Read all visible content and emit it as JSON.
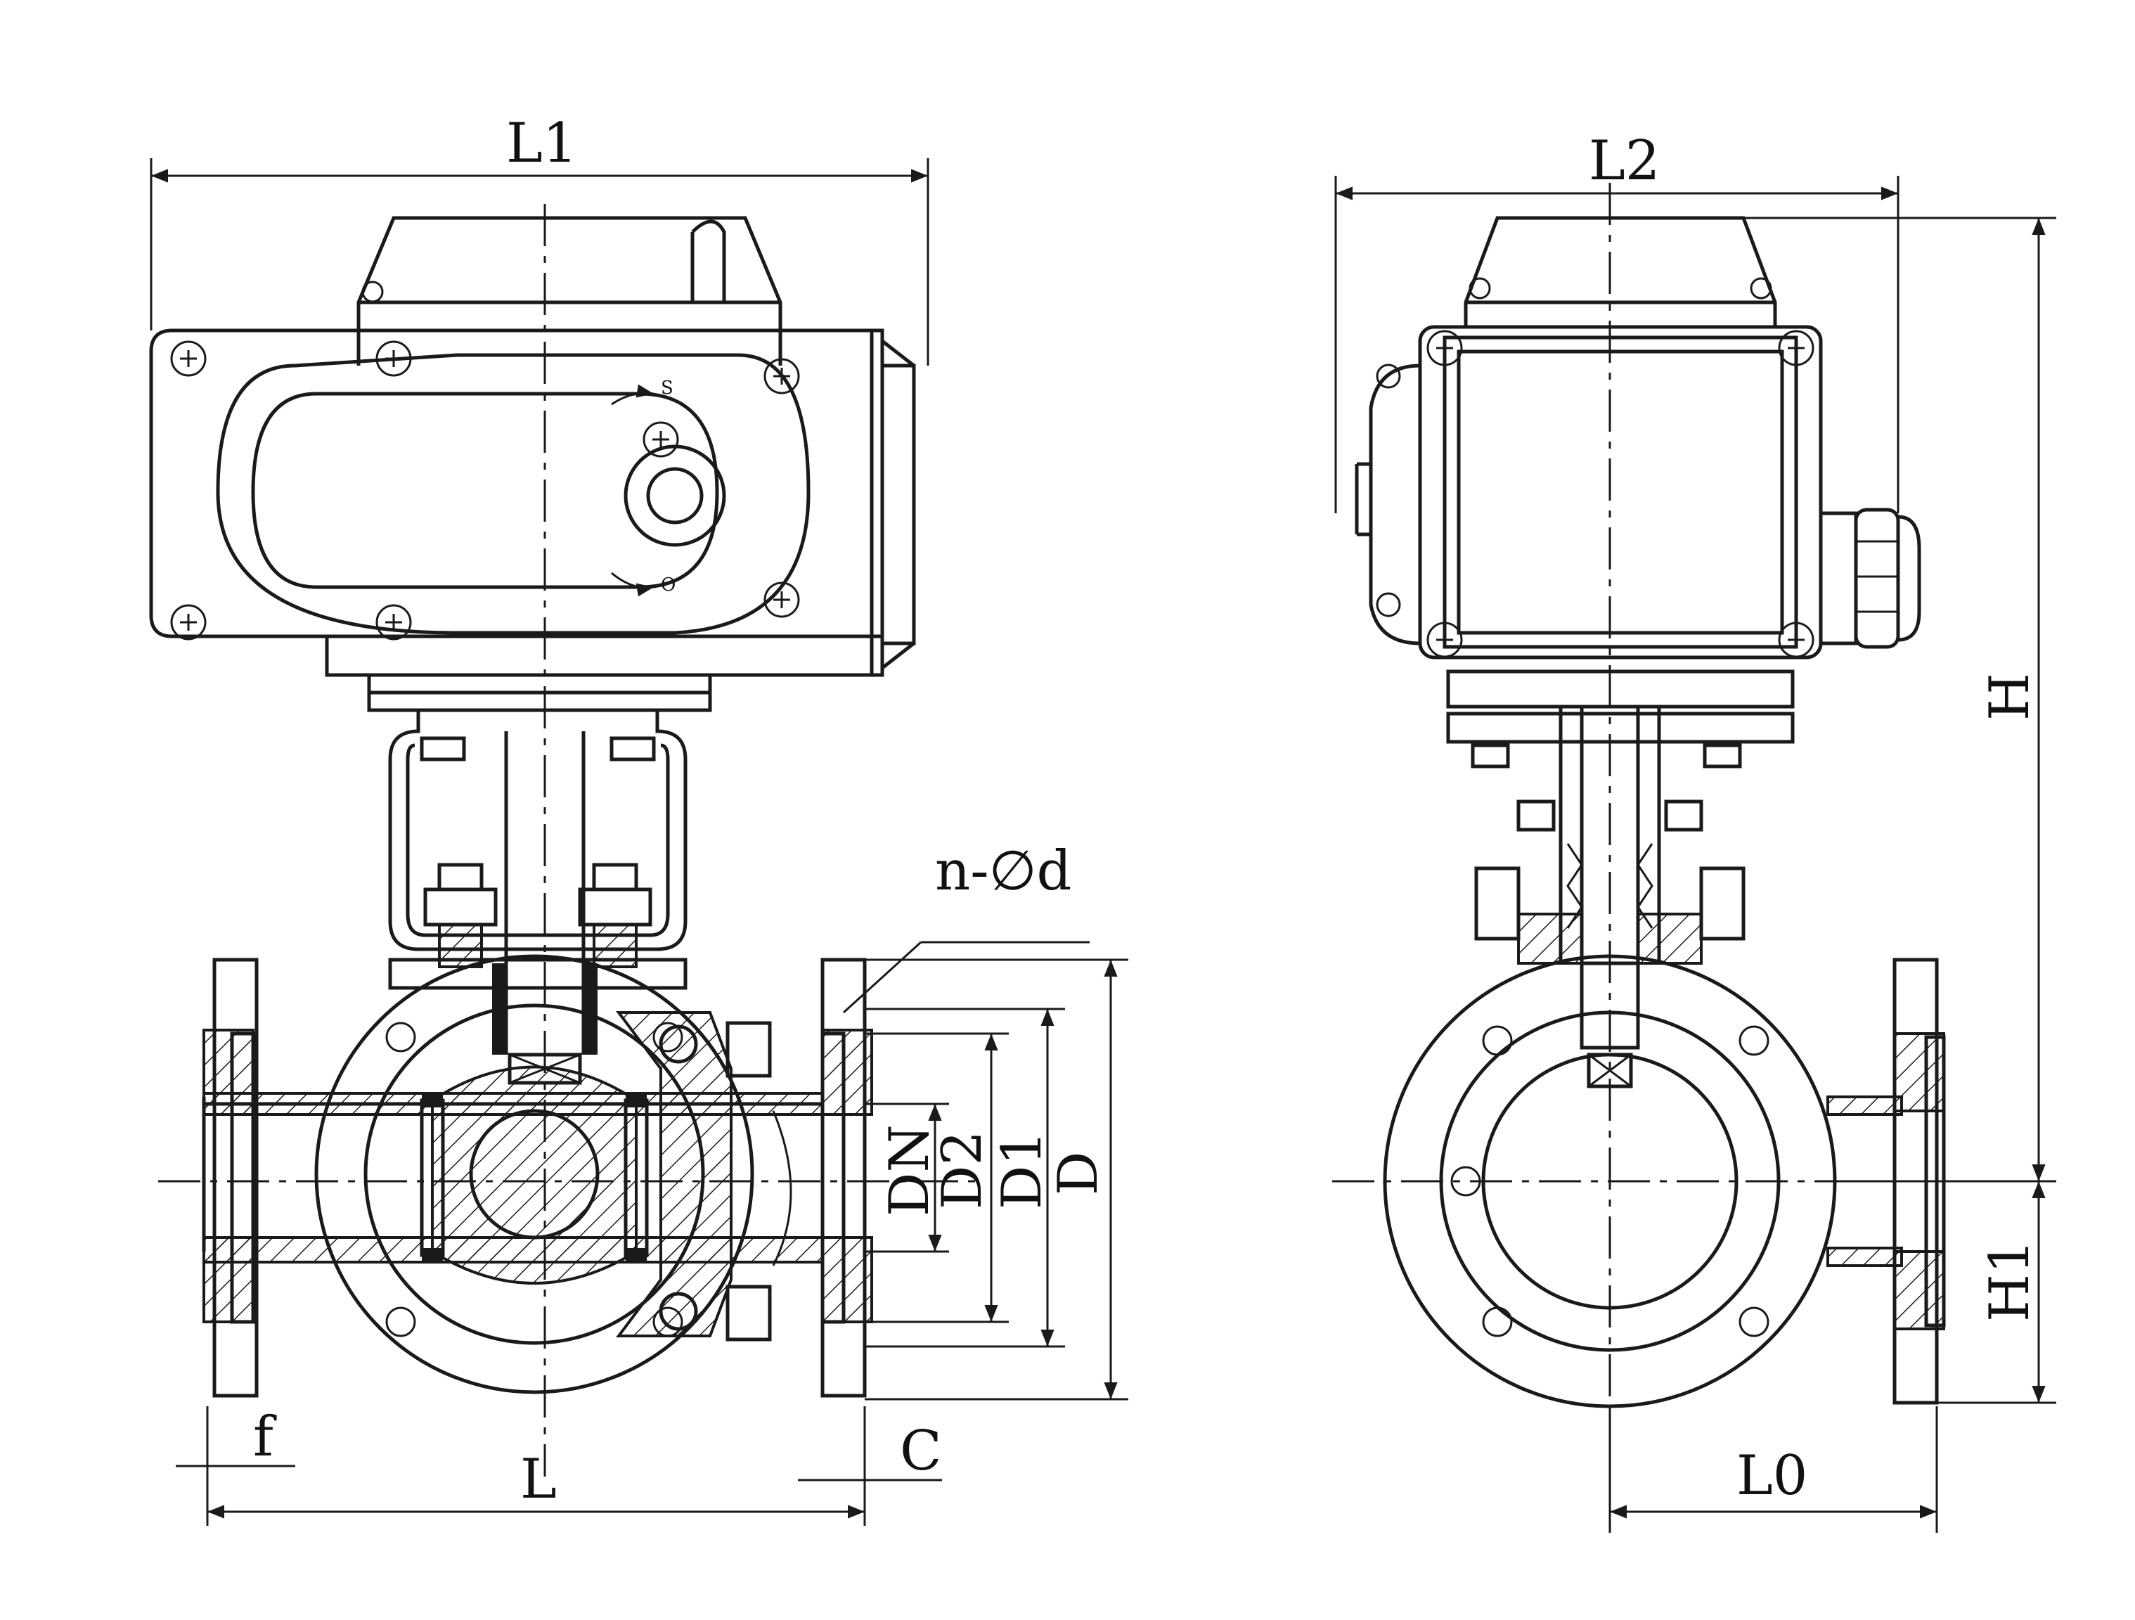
{
  "diagram": {
    "dimensions": {
      "L1": "L1",
      "L2": "L2",
      "H": "H",
      "H1": "H1",
      "L": "L",
      "L0": "L0",
      "C": "C",
      "f": "f",
      "n_d": "n-∅d",
      "DN": "DN",
      "D2": "D2",
      "D1": "D1",
      "D": "D"
    },
    "arrow_labels": {
      "open": "S",
      "close": "O"
    }
  }
}
